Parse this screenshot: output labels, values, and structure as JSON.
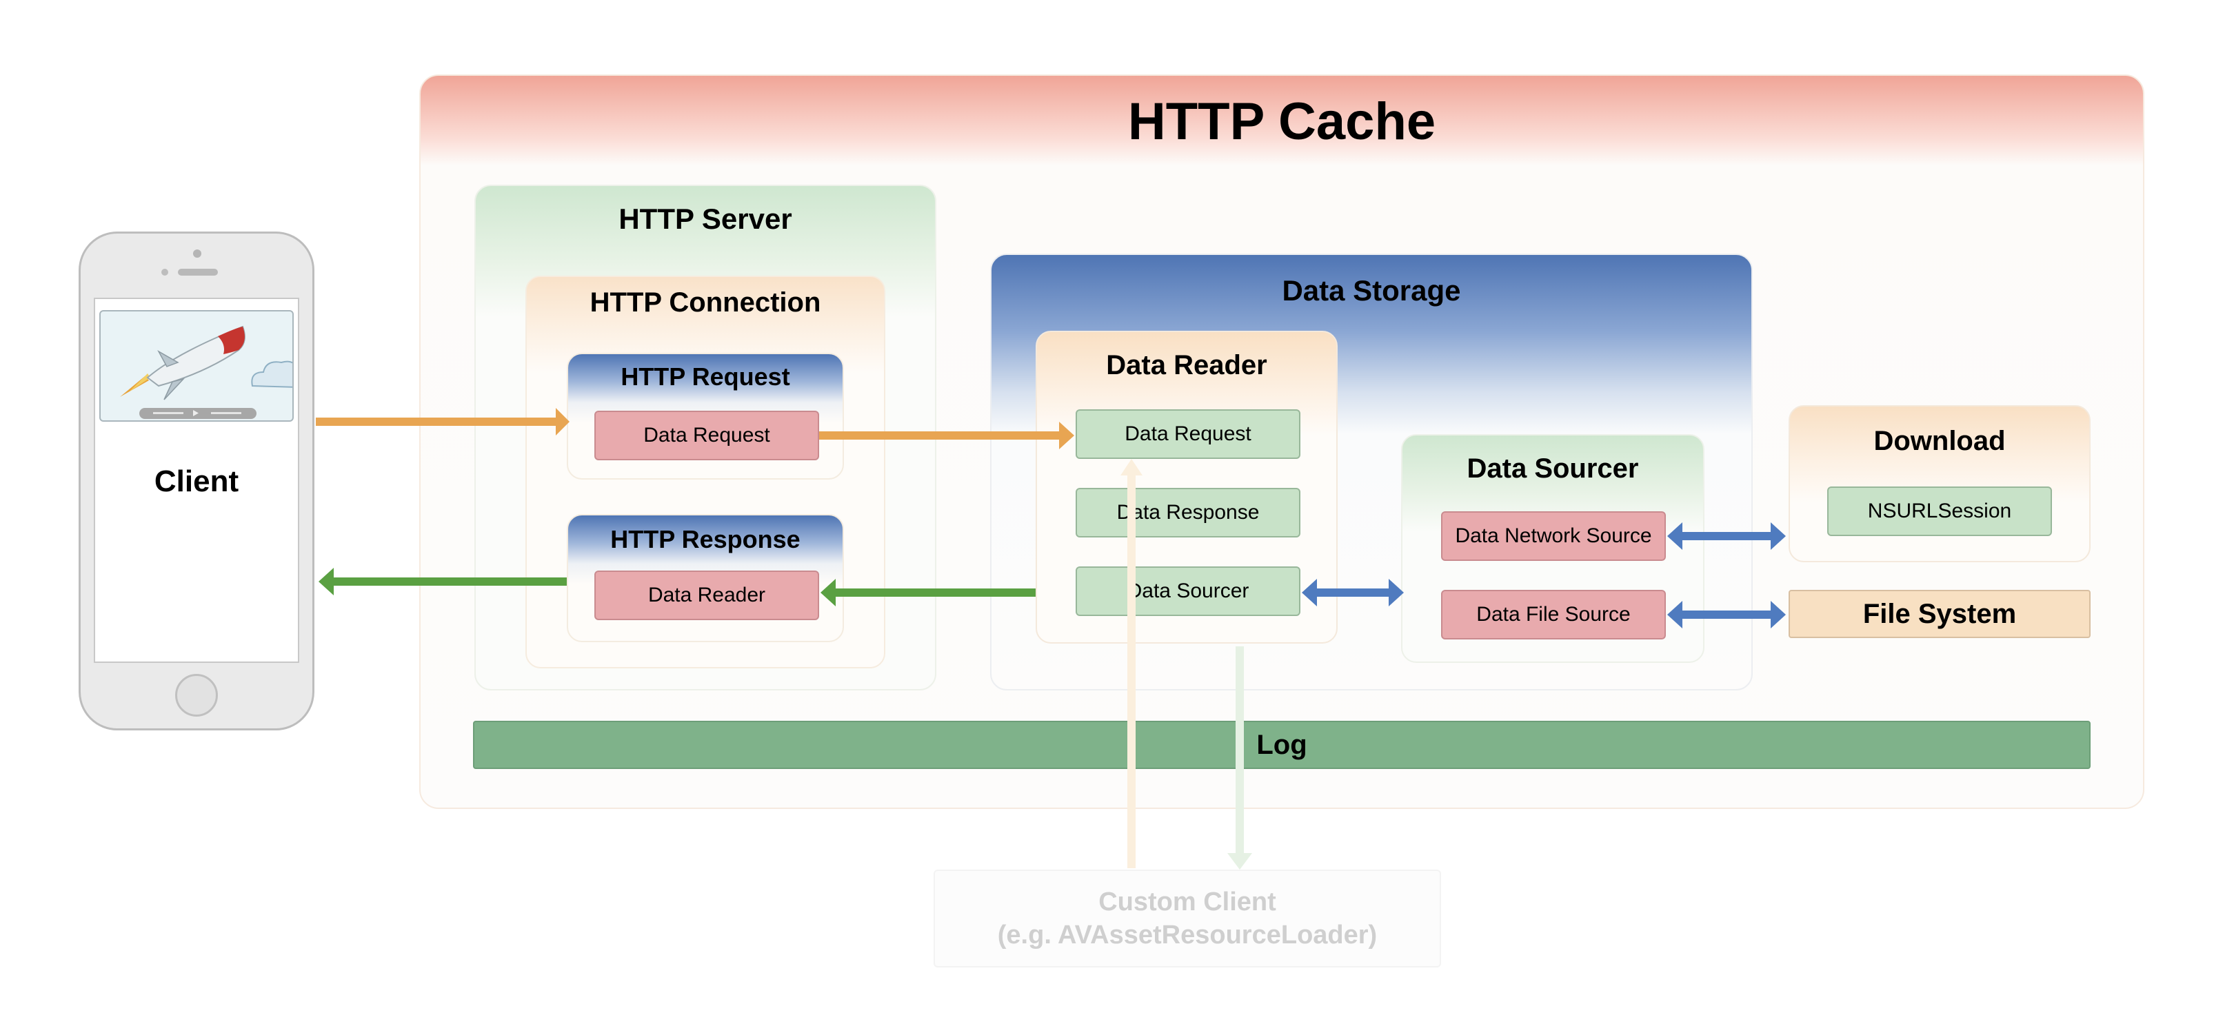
{
  "title": "HTTP Cache",
  "client": {
    "label": "Client"
  },
  "http_server": {
    "title": "HTTP Server",
    "connection": {
      "title": "HTTP Connection",
      "request": {
        "title": "HTTP Request",
        "item": "Data Request"
      },
      "response": {
        "title": "HTTP Response",
        "item": "Data Reader"
      }
    }
  },
  "data_storage": {
    "title": "Data Storage",
    "reader": {
      "title": "Data Reader",
      "items": [
        "Data Request",
        "Data Response",
        "Data Sourcer"
      ]
    },
    "sourcer": {
      "title": "Data Sourcer",
      "items": [
        "Data Network Source",
        "Data File Source"
      ]
    }
  },
  "download": {
    "title": "Download",
    "item": "NSURLSession"
  },
  "file_system": {
    "label": "File System"
  },
  "log": {
    "label": "Log"
  },
  "custom_client": {
    "line1": "Custom Client",
    "line2": "(e.g. AVAssetResourceLoader)"
  },
  "colors": {
    "request_arrow": "#e8a552",
    "response_arrow": "#5aa042",
    "storage_arrow": "#4f7bbf",
    "log_bar": "#7fb28a"
  }
}
